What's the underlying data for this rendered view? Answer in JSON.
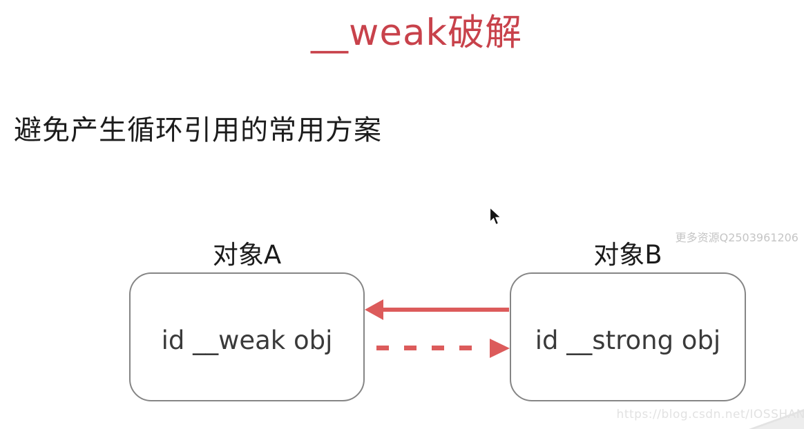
{
  "slide": {
    "title": "__weak破解",
    "subtitle": "避免产生循环引用的常用方案",
    "title_color": "#c8424b",
    "arrow_color": "#dc5b5b"
  },
  "diagram": {
    "object_a": {
      "label": "对象A",
      "field": "id __weak obj"
    },
    "object_b": {
      "label": "对象B",
      "field": "id __strong obj"
    },
    "solid_arrow": {
      "style": "solid",
      "direction": "right-to-left"
    },
    "dashed_arrow": {
      "style": "dashed",
      "direction": "left-to-right"
    }
  },
  "watermarks": {
    "top_right": "更多资源Q2503961206",
    "bottom_right": "https://blog.csdn.net/IOSSHAN"
  },
  "cursor": {
    "icon": "arrow-pointer"
  }
}
